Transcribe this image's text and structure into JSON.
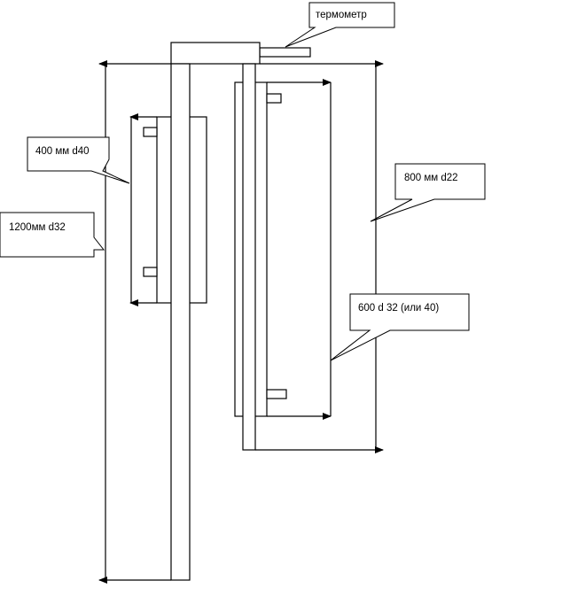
{
  "diagram": {
    "labels": {
      "thermometer": "термометр",
      "pipe_400": "400 мм d40",
      "pipe_1200": "1200мм d32",
      "pipe_800": "800 мм d22",
      "pipe_600": "600 d 32 (или 40)"
    }
  }
}
